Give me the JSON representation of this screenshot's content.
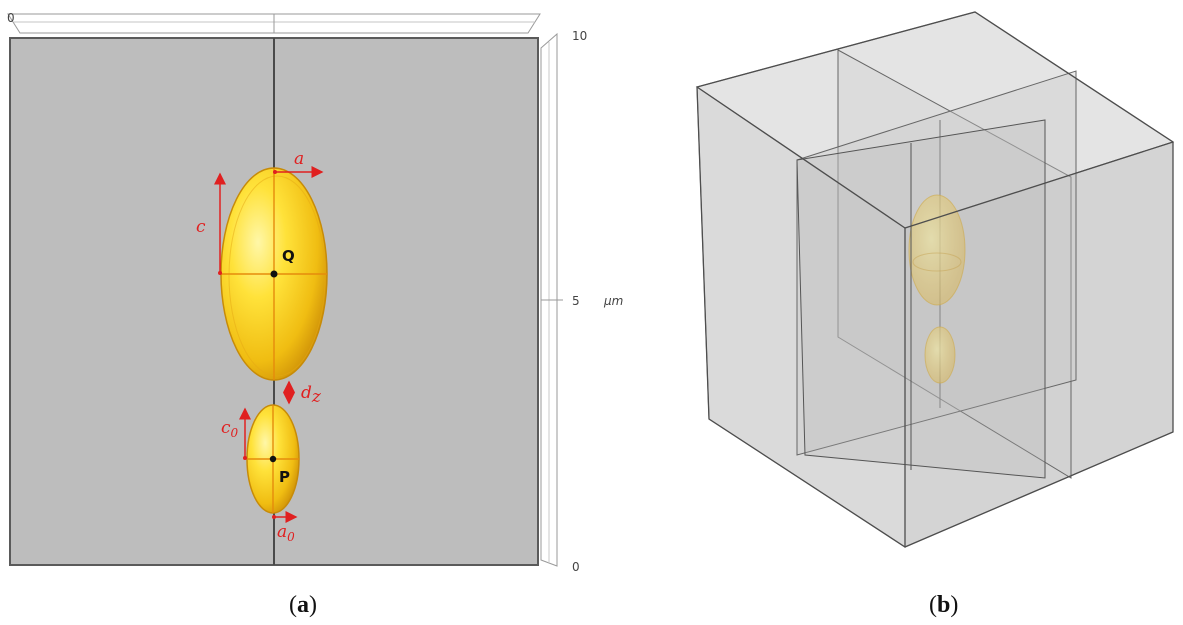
{
  "panel_a": {
    "points": {
      "upper": "Q",
      "lower": "P"
    },
    "dimension_labels": {
      "a": {
        "base": "a",
        "sub": ""
      },
      "c": {
        "base": "c",
        "sub": ""
      },
      "dz": {
        "base": "d",
        "sub": "z"
      },
      "c0": {
        "base": "c",
        "sub": "0"
      },
      "a0": {
        "base": "a",
        "sub": "0"
      }
    },
    "ruler": {
      "top_left_tick": "0",
      "tick_top": "10",
      "tick_mid": "5",
      "tick_bottom": "0",
      "unit": "μm"
    },
    "caption": {
      "open": "(",
      "letter": "a",
      "close": ")"
    }
  },
  "panel_b": {
    "caption": {
      "open": "(",
      "letter": "b",
      "close": ")"
    }
  },
  "colors": {
    "substrate": "#bdbdbd",
    "gold_light": "#ffef6a",
    "gold_mid": "#f2c51a",
    "gold_dark": "#c98f08",
    "annotation_red": "#e02020",
    "box_edge": "#555555"
  }
}
